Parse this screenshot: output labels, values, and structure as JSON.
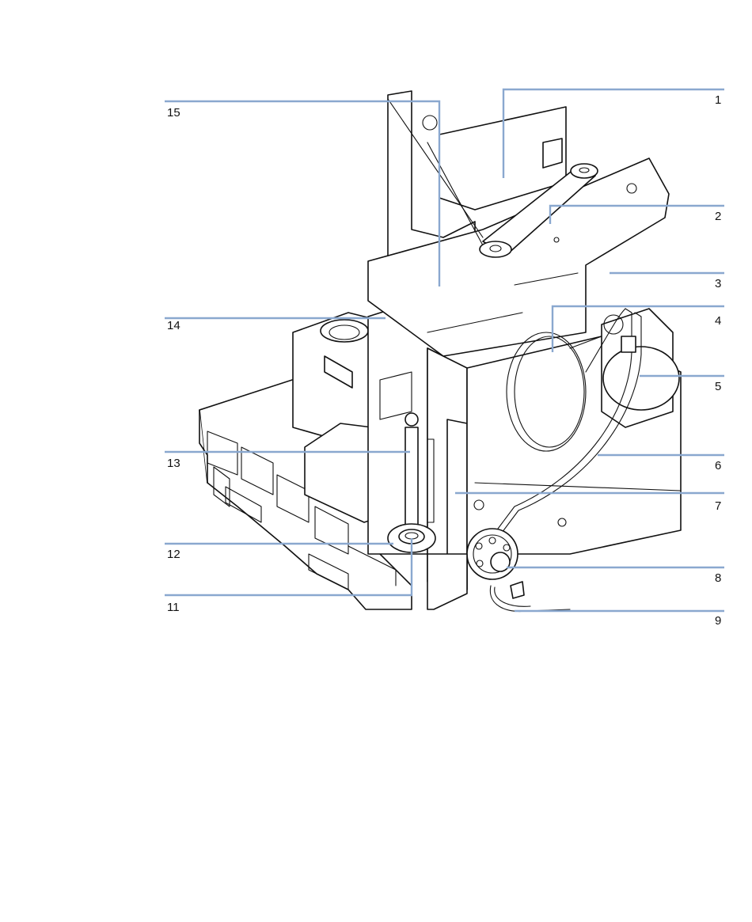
{
  "diagram": {
    "callouts": [
      {
        "id": "15",
        "label": "15"
      },
      {
        "id": "1",
        "label": "1"
      },
      {
        "id": "2",
        "label": "2"
      },
      {
        "id": "3",
        "label": "3"
      },
      {
        "id": "14",
        "label": "14"
      },
      {
        "id": "4",
        "label": "4"
      },
      {
        "id": "5",
        "label": "5"
      },
      {
        "id": "13",
        "label": "13"
      },
      {
        "id": "6",
        "label": "6"
      },
      {
        "id": "7",
        "label": "7"
      },
      {
        "id": "12",
        "label": "12"
      },
      {
        "id": "8",
        "label": "8"
      },
      {
        "id": "11",
        "label": "11"
      },
      {
        "id": "9",
        "label": "9"
      }
    ],
    "colors": {
      "callout_line": "#8aa8cf",
      "drawing_line": "#111111",
      "background": "#ffffff"
    }
  }
}
